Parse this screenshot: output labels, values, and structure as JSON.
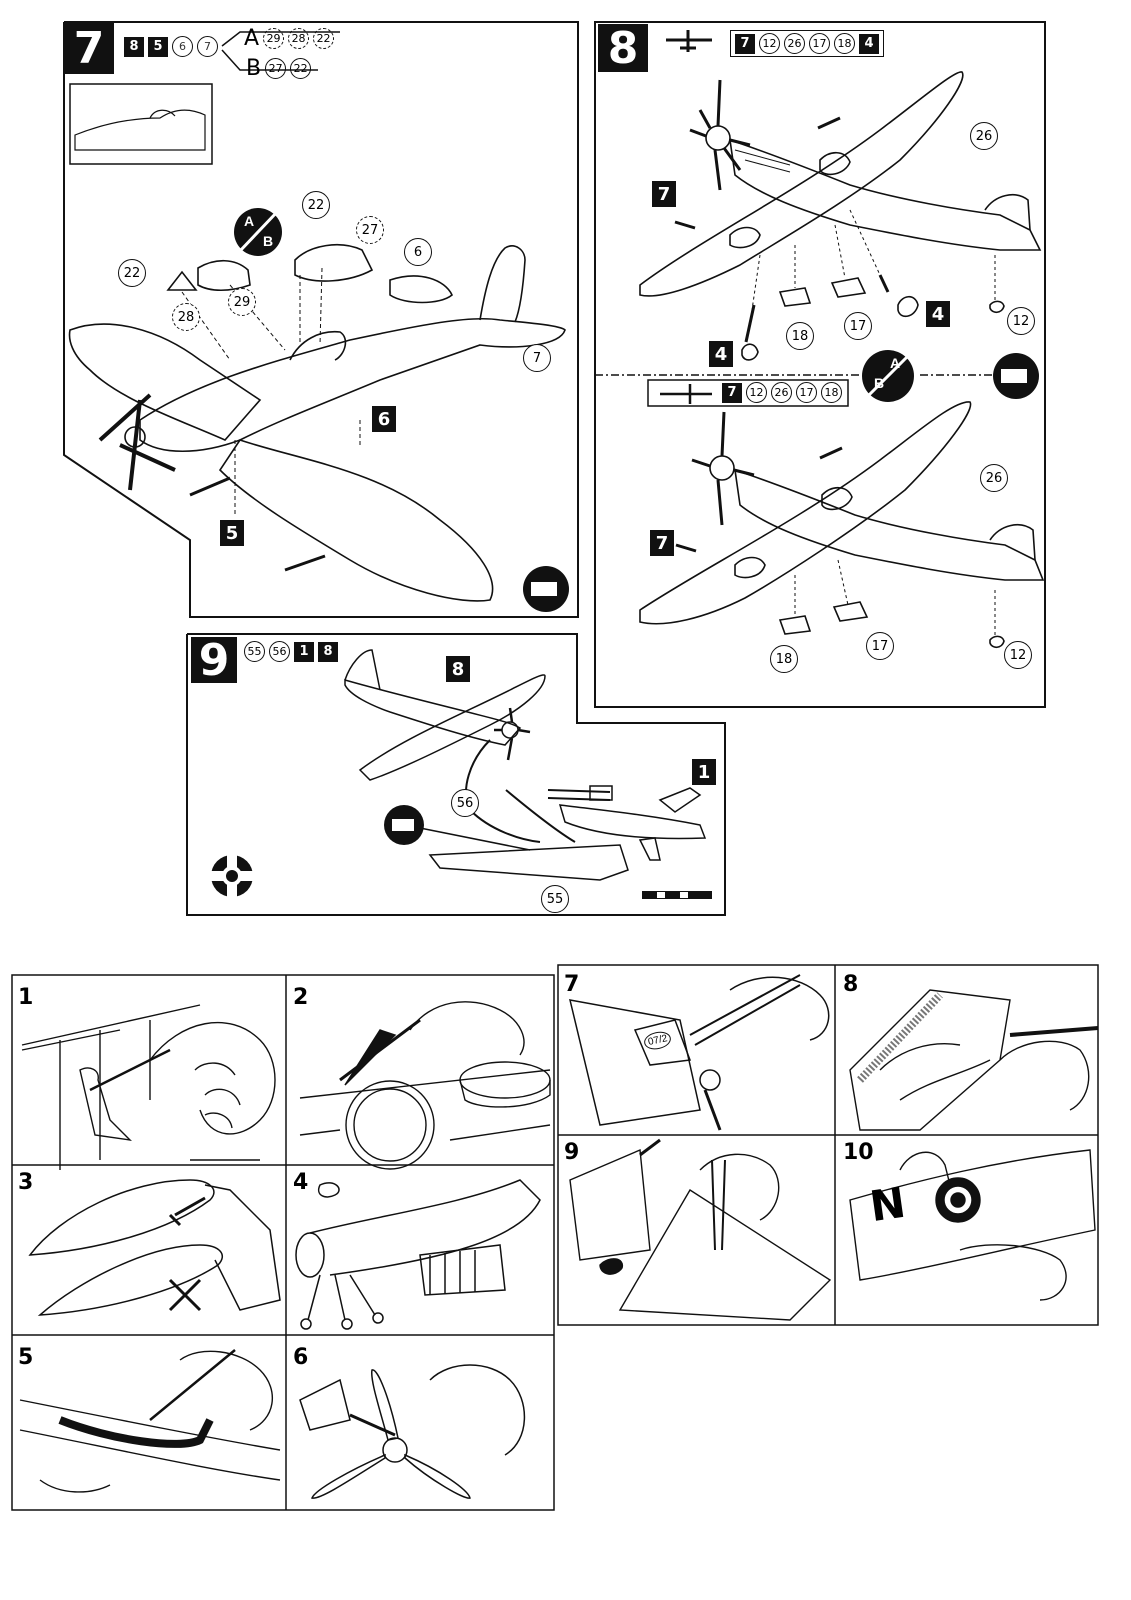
{
  "steps": {
    "s7": {
      "number": "7",
      "header_squares": [
        "8",
        "5"
      ],
      "header_circles": [
        "6",
        "7"
      ],
      "option_a": {
        "letter": "A",
        "parts": [
          "29",
          "28",
          "22"
        ]
      },
      "option_b": {
        "letter": "B",
        "parts": [
          "27",
          "22"
        ]
      },
      "callouts": {
        "p22a": "22",
        "p22b": "22",
        "p27": "27",
        "p6": "6",
        "p29": "29",
        "p28": "28",
        "p7": "7"
      },
      "parts": {
        "p6": "6",
        "p5": "5"
      },
      "ab_badge": {
        "a": "A",
        "b": "B"
      }
    },
    "s8": {
      "number": "8",
      "header_a": {
        "sq1": "7",
        "circles": [
          "12",
          "26",
          "17",
          "18"
        ],
        "sq2": "4"
      },
      "header_b": {
        "sq1": "7",
        "circles": [
          "12",
          "26",
          "17",
          "18"
        ]
      },
      "callouts_a": {
        "p26": "26",
        "p17": "17",
        "p18": "18",
        "p12": "12"
      },
      "callouts_b": {
        "p26": "26",
        "p17": "17",
        "p18": "18",
        "p12": "12"
      },
      "parts": {
        "p7a": "7",
        "p4a": "4",
        "p4b": "4",
        "p7b": "7"
      },
      "ab_badge": {
        "a": "A",
        "b": "B"
      }
    },
    "s9": {
      "number": "9",
      "header_circles": [
        "55",
        "56"
      ],
      "header_squares": [
        "1",
        "8"
      ],
      "callouts": {
        "p56": "56",
        "p55": "55"
      },
      "parts": {
        "p8": "8",
        "p1": "1"
      }
    }
  },
  "tips": [
    "1",
    "2",
    "3",
    "4",
    "5",
    "6",
    "7",
    "8",
    "9",
    "10"
  ],
  "tip_scene": {
    "panel10_letter": "N",
    "panel7_tag": "07/2"
  },
  "colors": {
    "ink": "#111111",
    "paper": "#ffffff"
  }
}
